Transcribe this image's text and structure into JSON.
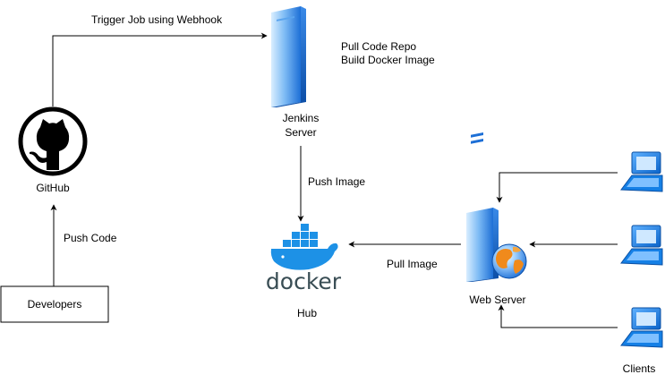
{
  "nodes": {
    "developers": {
      "label": "Developers"
    },
    "github": {
      "label": "GitHub"
    },
    "jenkins": {
      "label_line1": "Jenkins",
      "label_line2": "Server"
    },
    "jenkins_note": {
      "line1": "Pull Code Repo",
      "line2": "Build Docker Image"
    },
    "docker": {
      "wordmark": "docker",
      "label": "Hub"
    },
    "webserver": {
      "label": "Web Server"
    },
    "clients": {
      "label": "Clients"
    }
  },
  "edges": {
    "trigger": "Trigger Job using Webhook",
    "push_code": "Push Code",
    "push_image": "Push Image",
    "pull_image": "Pull Image"
  },
  "colors": {
    "server_blue": "#1d6fd6",
    "server_light": "#bfe0ff",
    "docker_blue": "#1d91e6",
    "docker_text": "#394d54",
    "laptop_blue": "#1580e6",
    "globe_orange": "#f08a1c"
  }
}
